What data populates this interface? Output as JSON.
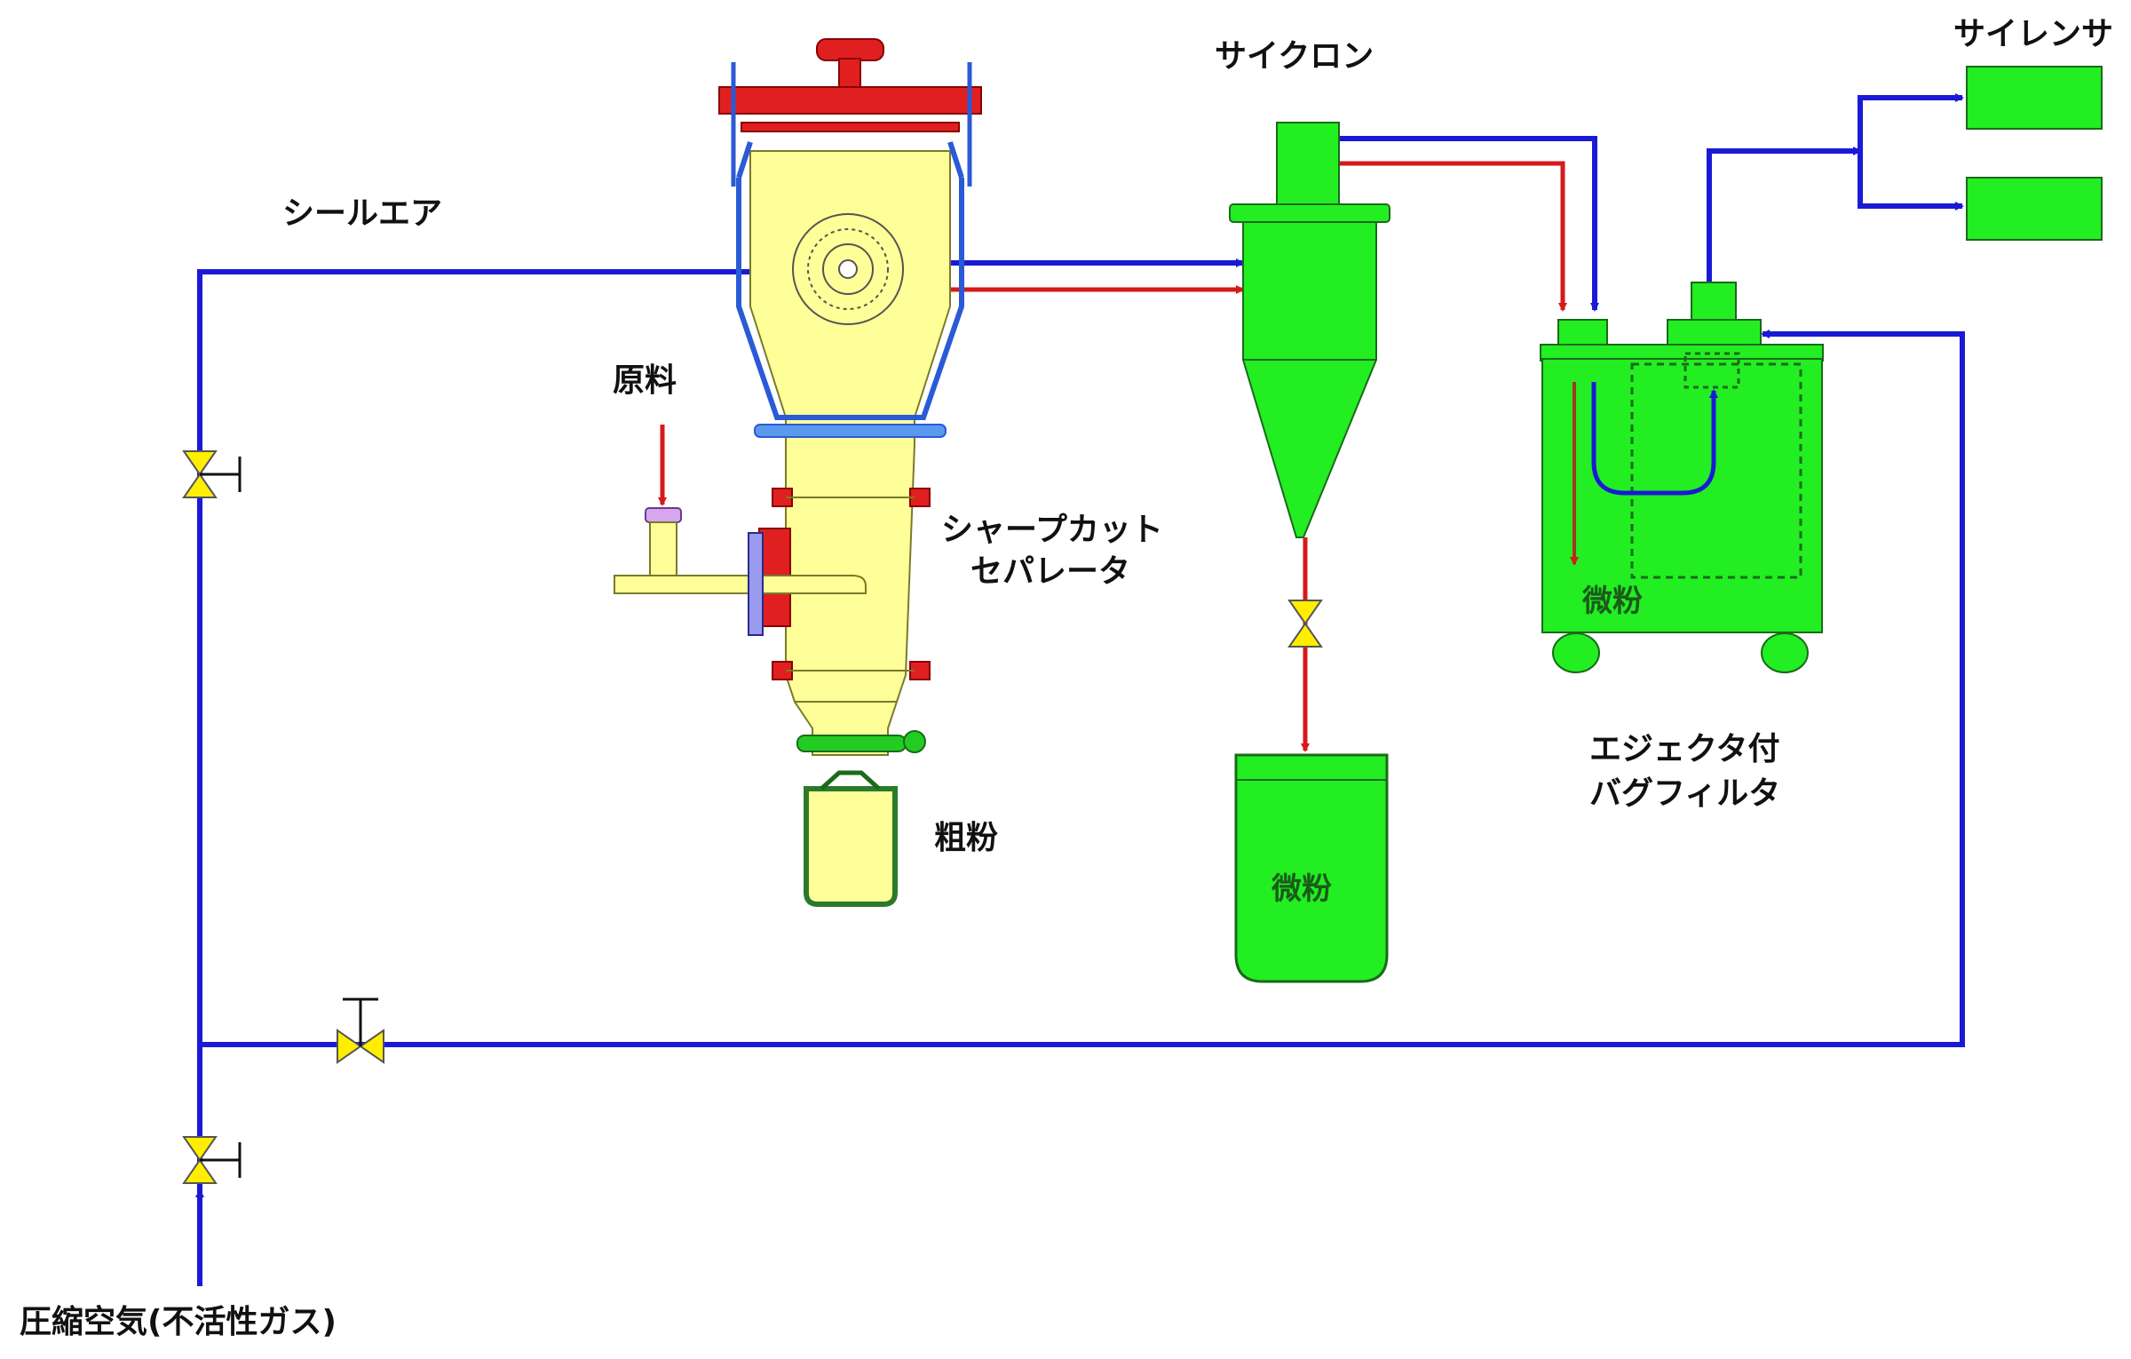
{
  "labels": {
    "seal_air": "シールエア",
    "raw_material": "原料",
    "sharp_cut_separator_line1": "シャープカット",
    "sharp_cut_separator_line2": "セパレータ",
    "coarse_powder": "粗粉",
    "cyclone": "サイクロン",
    "fine_powder_container": "微粉",
    "fine_powder_bagfilter": "微粉",
    "silencer": "サイレンサ",
    "bag_filter_line1": "エジェクタ付",
    "bag_filter_line2": "バグフィルタ",
    "compressed_air": "圧縮空気(不活性ガス)"
  },
  "colors": {
    "air_line": "#1a1ad6",
    "product_line": "#d61a1a",
    "separator_body": "#ffff99",
    "separator_outline": "#2a5ad6",
    "lid": "#e02020",
    "equipment_green": "#22ee22",
    "equipment_outline": "#1a6a1a",
    "valve": "#ffee00"
  }
}
